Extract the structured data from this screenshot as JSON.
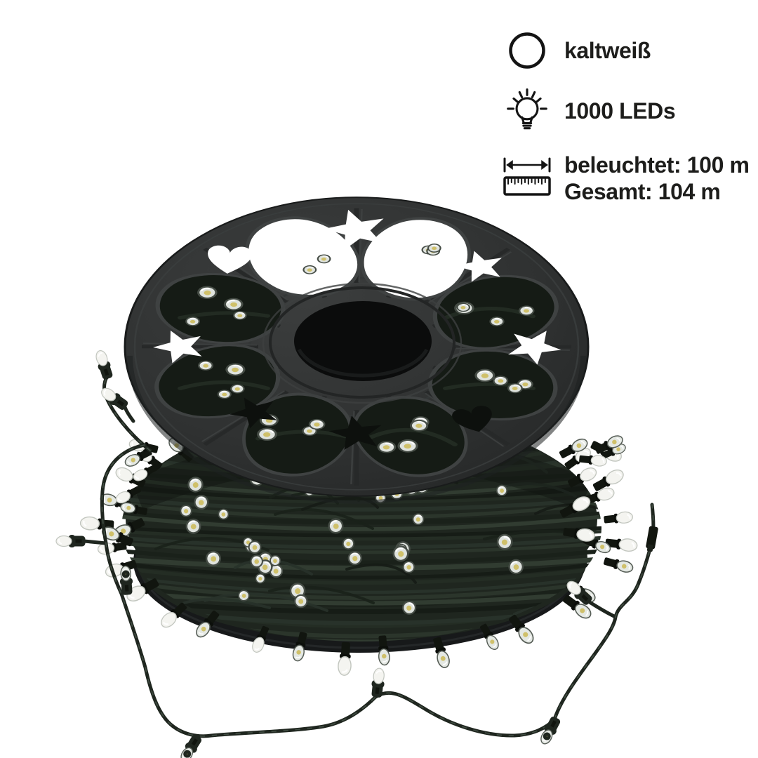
{
  "page": {
    "background_color": "#ffffff"
  },
  "legend": {
    "text_color": "#1d1d1b",
    "icon_color": "#141414",
    "rows": [
      {
        "icon": "light-color-circle-icon",
        "label": "kaltweiß"
      },
      {
        "icon": "light-bulb-icon",
        "label": "1000 LEDs"
      },
      {
        "icon": "ruler-icon",
        "labels": [
          "beleuchtet: 100 m",
          "Gesamt: 104 m"
        ]
      }
    ]
  },
  "product_photo": {
    "subject": "LED string light chain wound on a black cable reel with star and heart shaped cutouts; loose strand with white-tipped bulbs draped to the left, bottom and right",
    "colors": {
      "reel_flange": "#303232",
      "reel_center_hole": "#0b0c0c",
      "bottom_flange": "#17191a",
      "cable": "#20271f",
      "bulb_tip_white": "#f4f4f0",
      "bulb_glass": "#dfe3de",
      "bulb_glint_yellow": "#cfc06a"
    }
  }
}
